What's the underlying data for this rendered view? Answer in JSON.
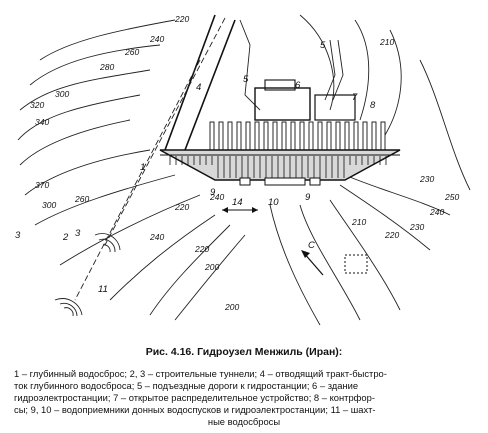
{
  "figure": {
    "contour_labels": [
      "220",
      "240",
      "260",
      "280",
      "300",
      "320",
      "340",
      "370",
      "300",
      "260",
      "240",
      "220",
      "200",
      "210",
      "210",
      "230",
      "250",
      "230",
      "240",
      "220",
      "200",
      "220",
      "240"
    ],
    "callouts": [
      "1",
      "2",
      "3",
      "4",
      "5",
      "5",
      "6",
      "7",
      "8",
      "9",
      "9",
      "10",
      "11",
      "14",
      "3"
    ],
    "north_label": "С"
  },
  "caption": {
    "title": "Рис. 4.16. Гидроузел Менжиль (Иран):",
    "lines": [
      "1 – глубинный водосброс; 2, 3 – строительные туннели; 4 – отводящий тракт-быстро-",
      "ток глубинного водосброса; 5 – подъездные дороги к гидростанции; 6 – здание",
      "гидроэлектростанции; 7 – открытое распределительное устройство; 8 – контрфор-",
      "сы; 9, 10 – водоприемники донных водоспусков и гидроэлектростанции; 11 – шахт-",
      "ные водосбросы"
    ]
  }
}
